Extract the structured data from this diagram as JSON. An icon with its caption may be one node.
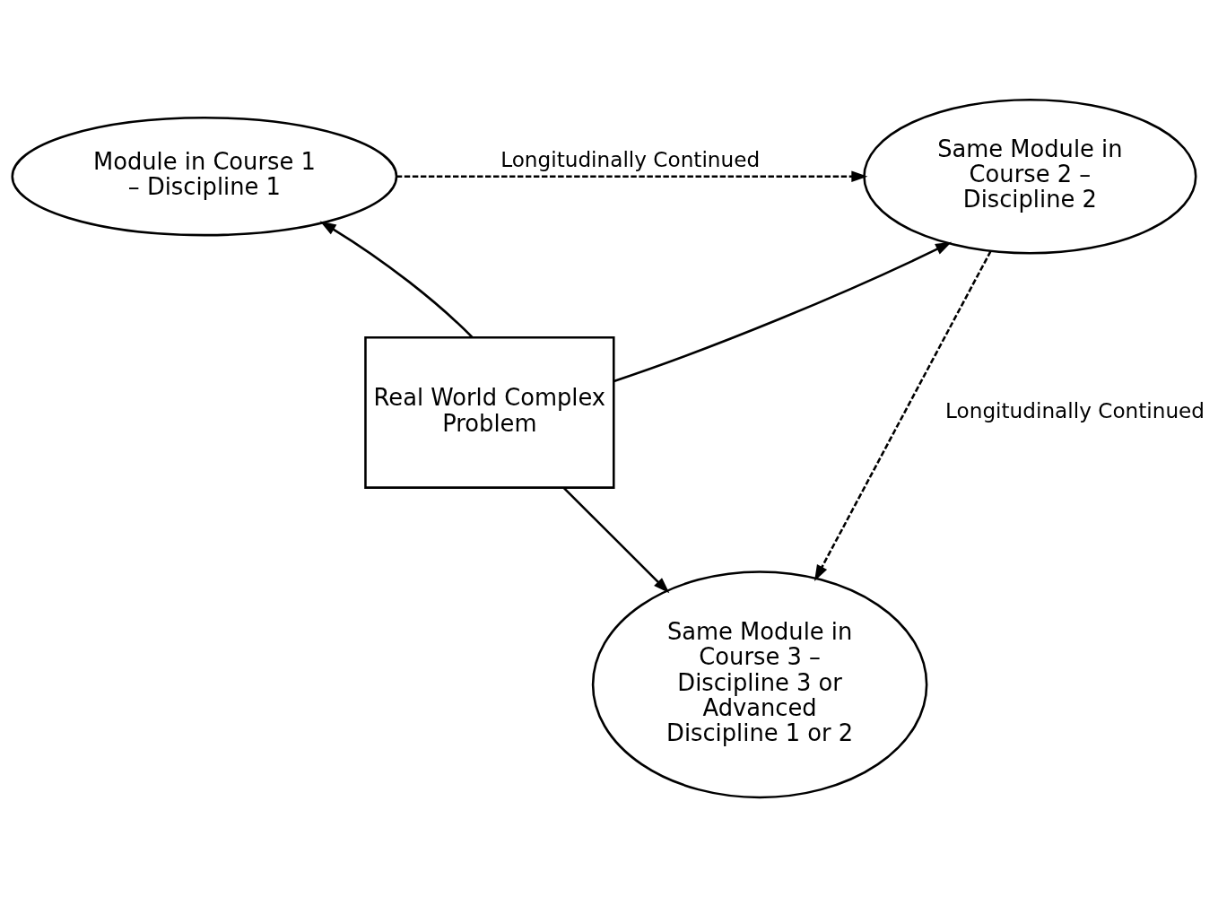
{
  "diagram": {
    "nodes": [
      {
        "text": [
          "Module in Course 1 – Discipline 1"
        ]
      },
      {
        "text": [
          "Same Module in Course 2 – Discipline 2"
        ]
      },
      {
        "text": [
          "Real World Complex Problem"
        ]
      },
      {
        "text": [
          "Same Module in Course 3 – Discipline 3 or Advanced Discipline 1 or 2"
        ]
      }
    ],
    "edges": [
      {
        "from": 0,
        "to": 1,
        "arrow": "to",
        "style": "dashed",
        "label": "Longitudinally Continued"
      },
      {
        "from": 2,
        "to": 0,
        "arrow": "to"
      },
      {
        "from": 2,
        "to": 1,
        "arrow": "to"
      },
      {
        "from": 2,
        "to": 3,
        "arrow": "to"
      },
      {
        "from": 1,
        "to": 3,
        "arrow": "to",
        "style": "dashed",
        "label": "Longitudinally Continued"
      }
    ]
  }
}
